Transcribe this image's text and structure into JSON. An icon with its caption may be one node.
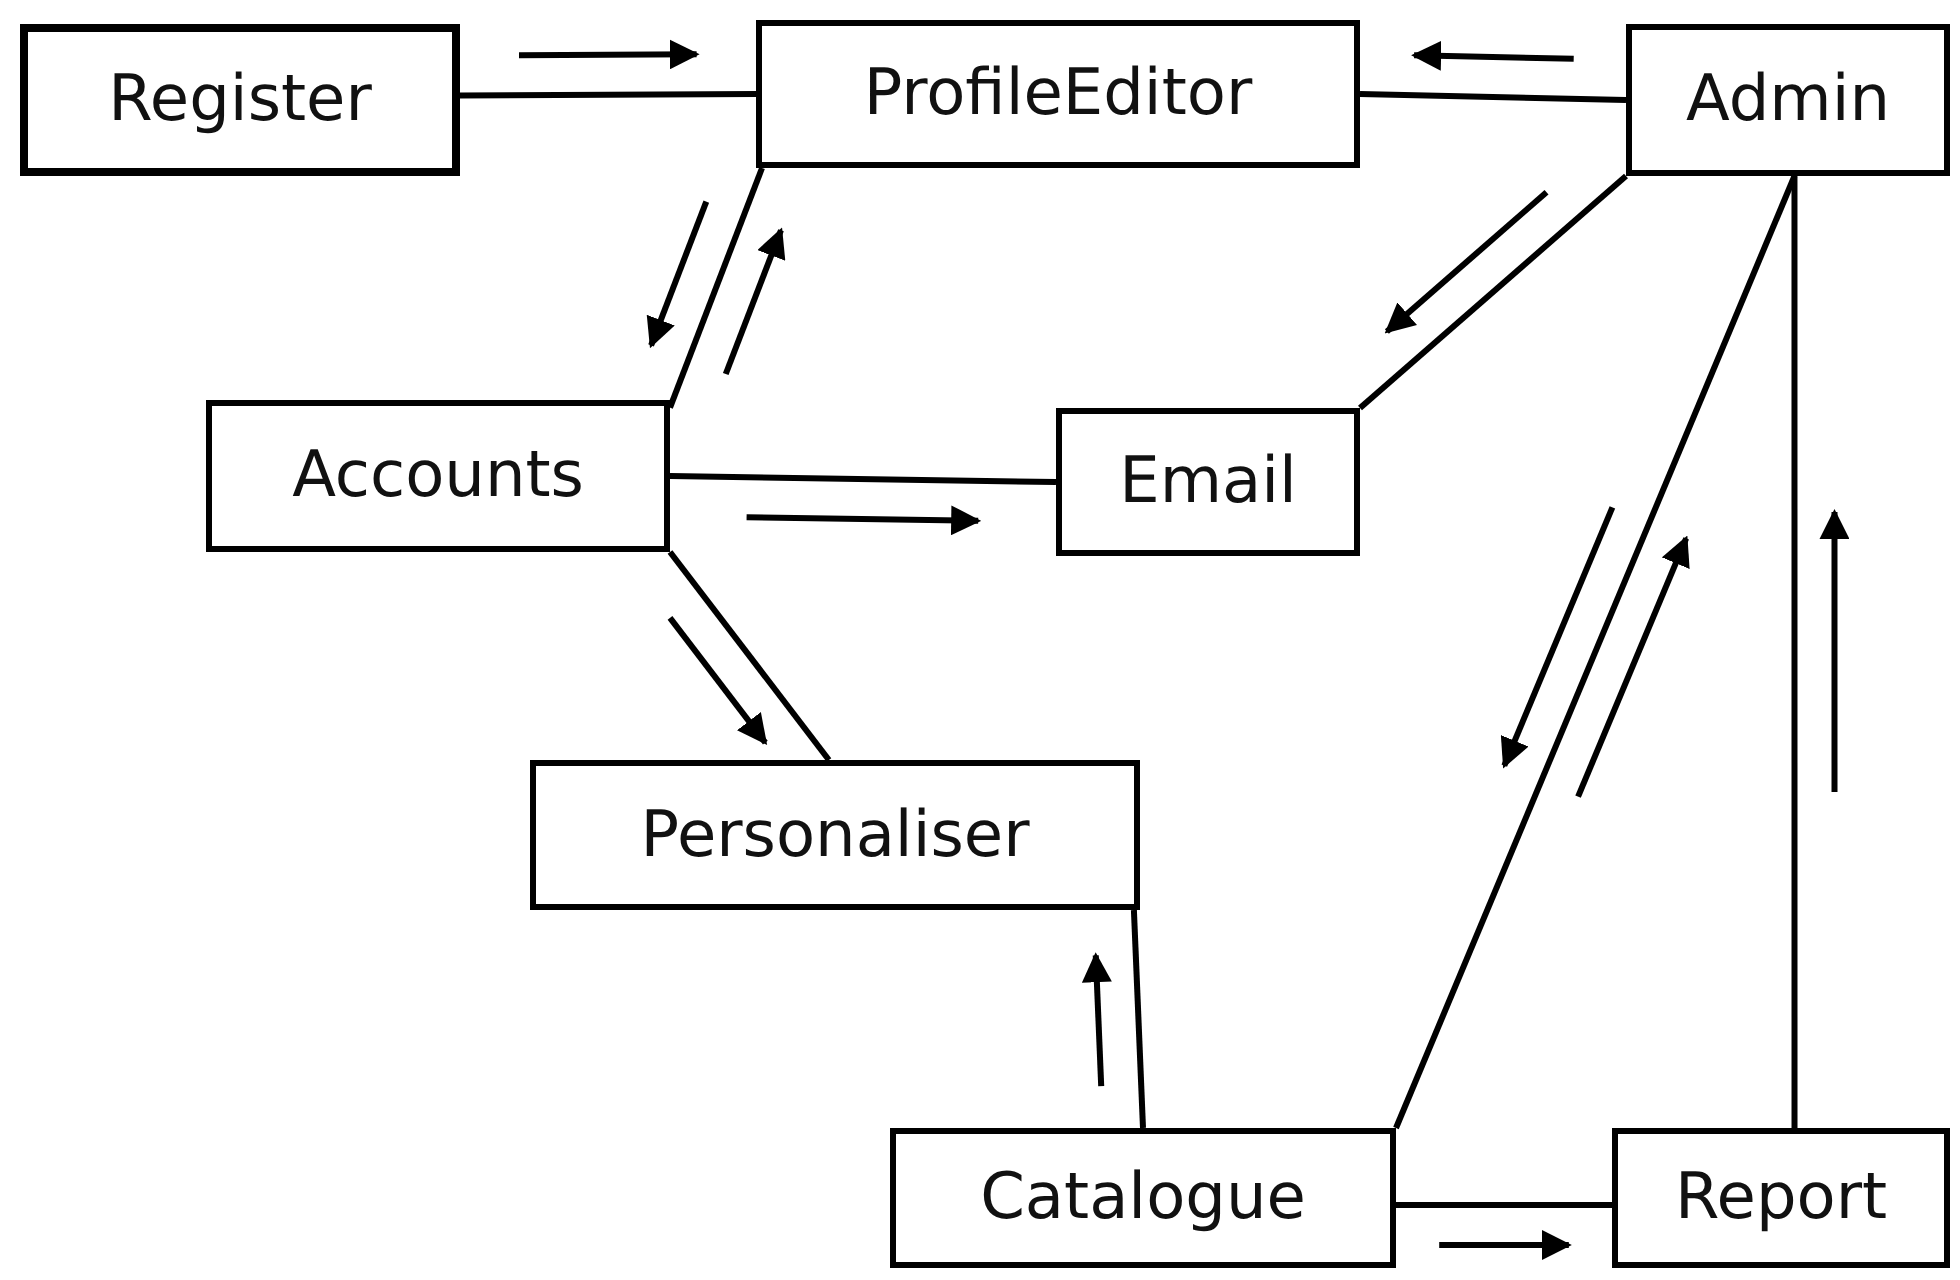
{
  "diagram": {
    "nodes": [
      {
        "text": [
          "Register"
        ]
      },
      {
        "text": [
          "ProfileEditor"
        ]
      },
      {
        "text": [
          "Admin"
        ]
      },
      {
        "text": [
          "Accounts"
        ]
      },
      {
        "text": [
          "Email"
        ]
      },
      {
        "text": [
          "Personaliser"
        ]
      },
      {
        "text": [
          "Catalogue"
        ]
      },
      {
        "text": [
          "Report"
        ]
      }
    ],
    "edges": [
      {
        "from": 0,
        "to": 1,
        "arrow": "none"
      },
      {
        "from": 2,
        "to": 1,
        "arrow": "none"
      },
      {
        "from": 1,
        "to": 3,
        "arrow": "none"
      },
      {
        "from": 2,
        "to": 4,
        "arrow": "none"
      },
      {
        "from": 3,
        "to": 4,
        "arrow": "none"
      },
      {
        "from": 3,
        "to": 5,
        "arrow": "none"
      },
      {
        "from": 6,
        "to": 5,
        "arrow": "none"
      },
      {
        "from": 2,
        "to": 6,
        "arrow": "none"
      },
      {
        "from": 6,
        "to": 7,
        "arrow": "none"
      },
      {
        "from": 7,
        "to": 2,
        "arrow": "none"
      }
    ]
  }
}
